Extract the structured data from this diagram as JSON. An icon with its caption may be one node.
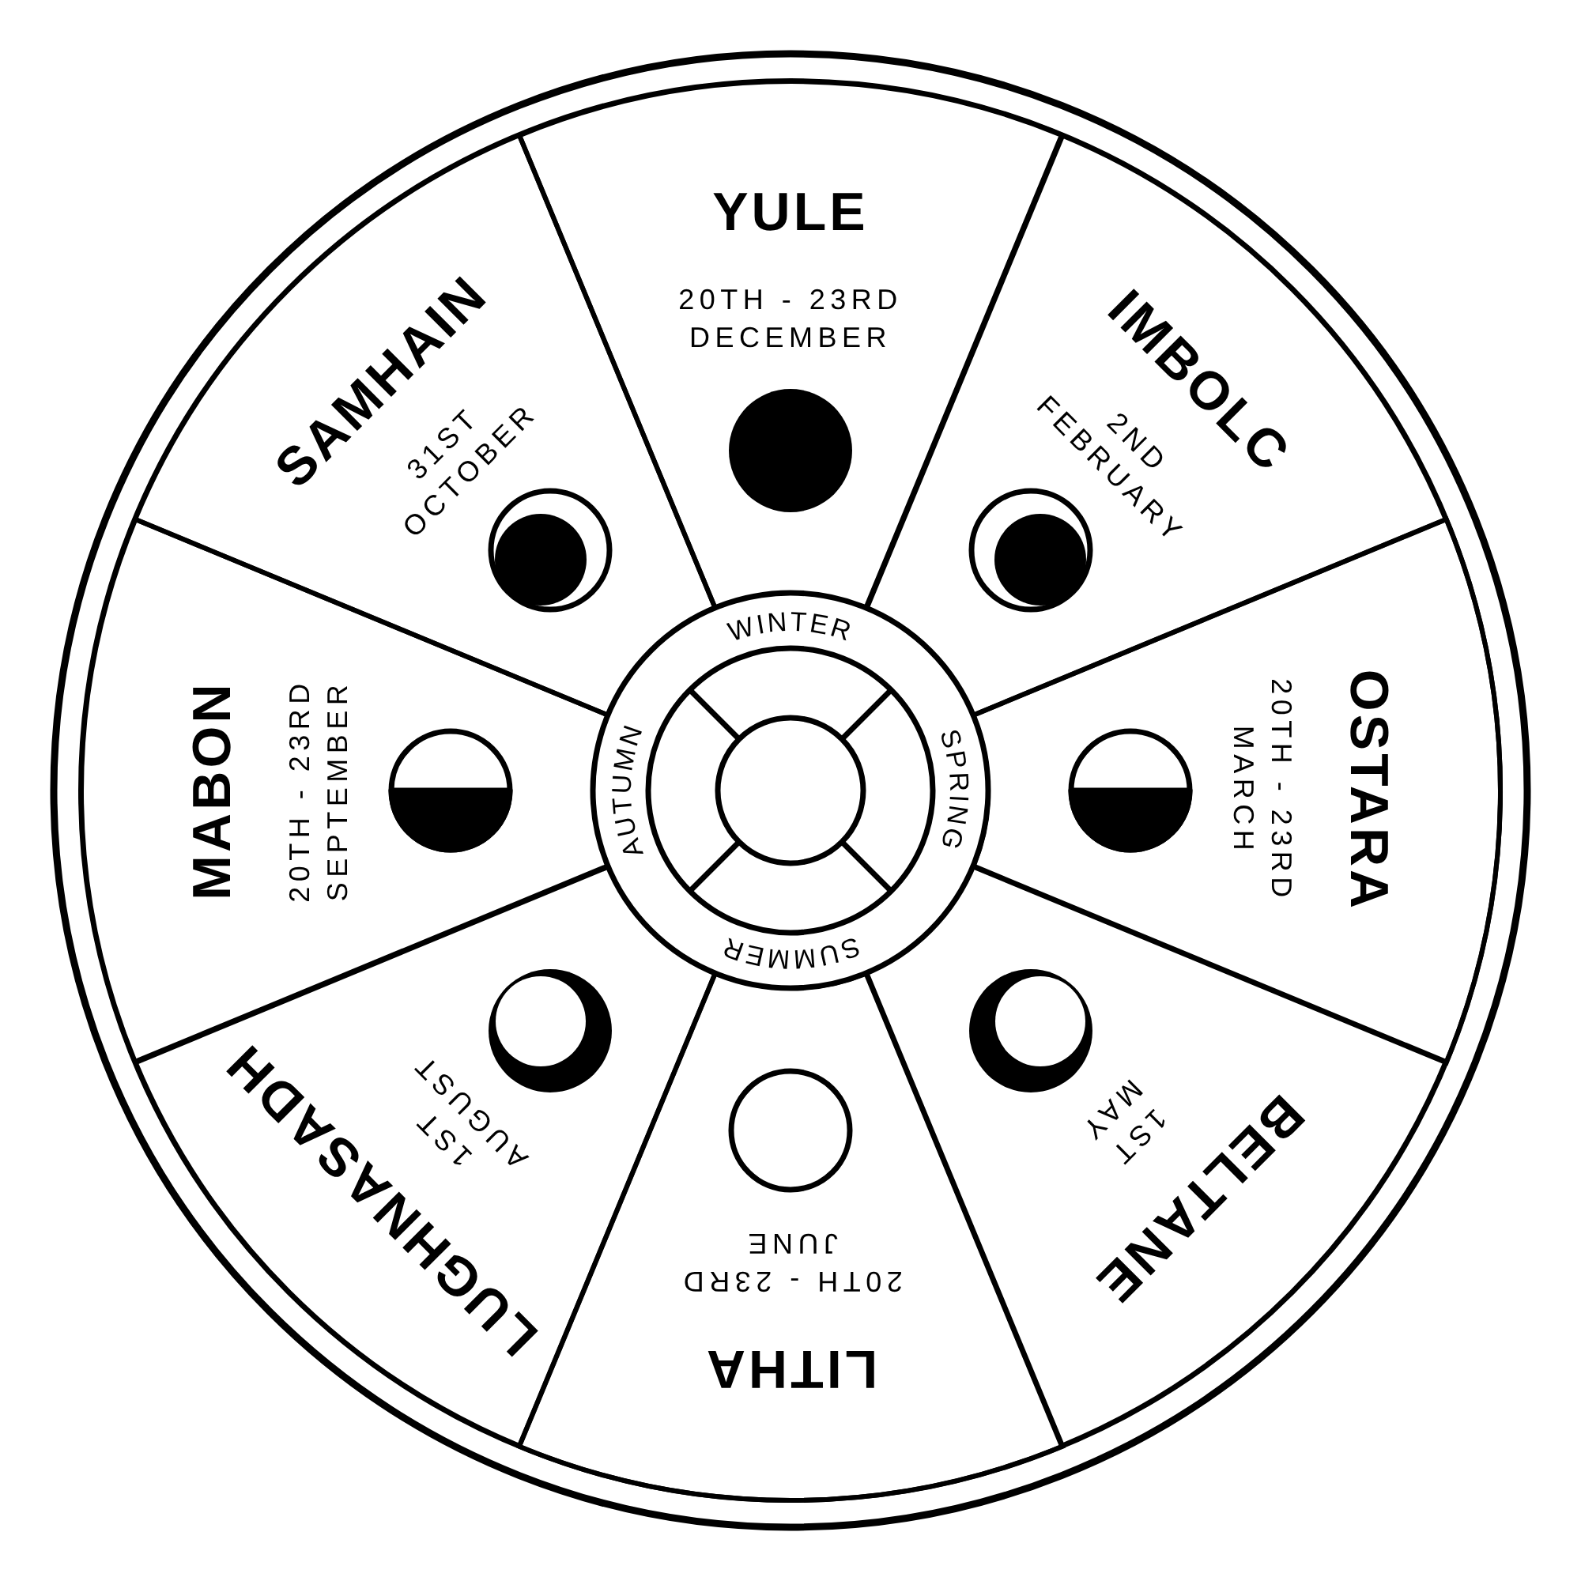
{
  "diagram": {
    "nodes": [
      {
        "text": [
          "YULE",
          "20TH - 23RD DECEMBER"
        ]
      },
      {
        "text": [
          "IMBOLC",
          "2ND FEBRUARY"
        ]
      },
      {
        "text": [
          "OSTARA",
          "20TH - 23RD MARCH"
        ]
      },
      {
        "text": [
          "BELTANE",
          "1ST MAY"
        ]
      },
      {
        "text": [
          "LITHA",
          "20TH - 23RD JUNE"
        ]
      },
      {
        "text": [
          "LUGHNASADH",
          "1ST AUGUST"
        ]
      },
      {
        "text": [
          "MABON",
          "20TH - 23RD SEPTEMBER"
        ]
      },
      {
        "text": [
          "SAMHAIN",
          "31ST OCTOBER"
        ]
      },
      {
        "text": [
          "WINTER",
          "SPRING",
          "SUMMER",
          "AUTUMN"
        ]
      }
    ]
  }
}
